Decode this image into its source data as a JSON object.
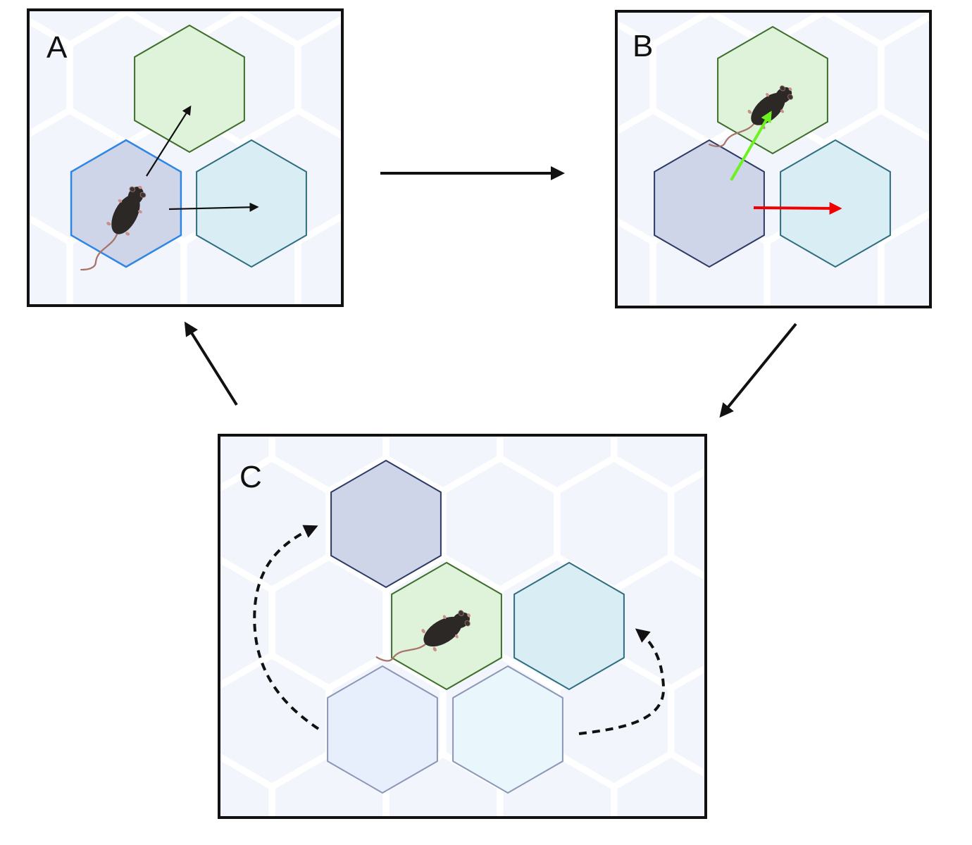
{
  "panels": [
    {
      "id": "a",
      "label": "A"
    },
    {
      "id": "b",
      "label": "B"
    },
    {
      "id": "c",
      "label": "C"
    }
  ],
  "colors": {
    "frame": "#111111",
    "background": "#f2f5fb",
    "background_hex_fill": "#f2f5fb",
    "background_hex_gap": "#ffffff",
    "hex_purple_fill": "#cfd5e8",
    "hex_purple_stroke": "#2e3a66",
    "hex_purple_highlight_stroke": "#2f86e3",
    "hex_green_fill": "#dff3db",
    "hex_green_stroke": "#3d6e2a",
    "hex_cyan_fill": "#d8eef4",
    "hex_cyan_stroke": "#2f6e80",
    "hex_faded_purple_fill": "#e8effc",
    "hex_faded_cyan_fill": "#e9f7fc",
    "hex_faded_stroke": "#8c96b6",
    "arrow_dark": "#111111",
    "arrow_chosen": "#6cf21f",
    "arrow_rejected": "#f00000",
    "mouse_body": "#2b2826",
    "mouse_tail": "#a8736a"
  },
  "icons": {
    "mouse": "mouse-icon",
    "cycle_arrow": "arrow-right-icon",
    "dashed_arrow": "dashed-curved-arrow-icon"
  }
}
